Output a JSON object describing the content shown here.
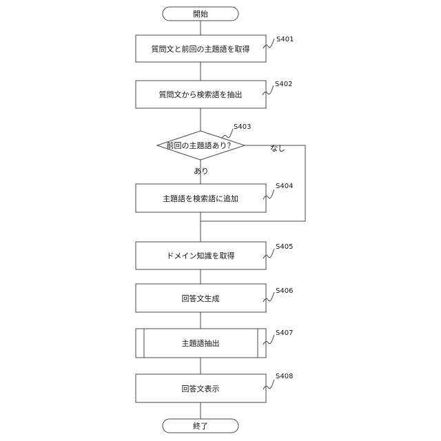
{
  "terminals": {
    "start": "開始",
    "end": "終了"
  },
  "steps": {
    "s401": {
      "id": "S401",
      "text": "質問文と前回の主題語を取得"
    },
    "s402": {
      "id": "S402",
      "text": "質問文から検索語を抽出"
    },
    "s403": {
      "id": "S403",
      "text": "前回の主題語あり？",
      "yes": "あり",
      "no": "なし"
    },
    "s404": {
      "id": "S404",
      "text": "主題語を検索語に追加"
    },
    "s405": {
      "id": "S405",
      "text": "ドメイン知識を取得"
    },
    "s406": {
      "id": "S406",
      "text": "回答文生成"
    },
    "s407": {
      "id": "S407",
      "text": "主題語抽出"
    },
    "s408": {
      "id": "S408",
      "text": "回答文表示"
    }
  }
}
